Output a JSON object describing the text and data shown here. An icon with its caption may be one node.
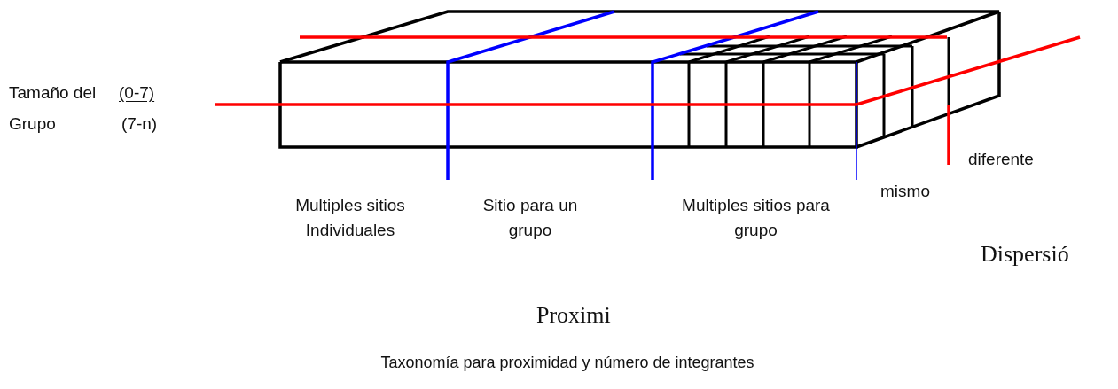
{
  "diagram": {
    "caption": "Taxonomía para proximidad y número de integrantes",
    "labels": [
      "Tamaño del",
      "(0-7)",
      "Grupo",
      "(7-n)",
      "diferente",
      "mismo",
      "Multiples sitios Individuales",
      "Sitio para un grupo",
      "Multiples sitios para grupo",
      "Dispersió",
      "Proximi"
    ]
  }
}
